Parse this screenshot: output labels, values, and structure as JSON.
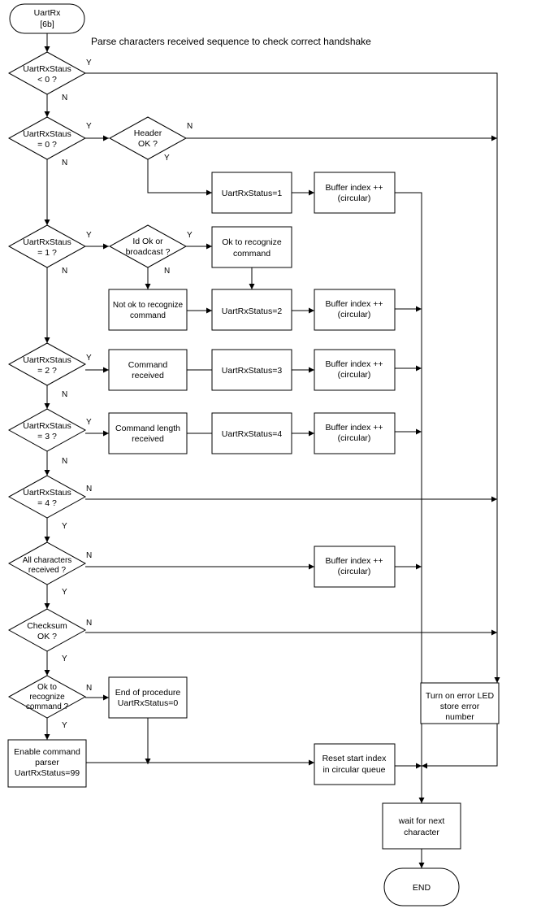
{
  "caption": "Parse characters received sequence to check correct handshake",
  "start": {
    "line1": "UartRx",
    "line2": "[6b]"
  },
  "decisions": {
    "status_lt0": {
      "line1": "UartRxStaus",
      "line2": "< 0 ?"
    },
    "status_eq0": {
      "line1": "UartRxStaus",
      "line2": "= 0 ?"
    },
    "header_ok": {
      "line1": "Header",
      "line2": "OK ?"
    },
    "status_eq1": {
      "line1": "UartRxStaus",
      "line2": "= 1 ?"
    },
    "id_ok": {
      "line1": "Id Ok or",
      "line2": "broadcast ?"
    },
    "status_eq2": {
      "line1": "UartRxStaus",
      "line2": "= 2 ?"
    },
    "status_eq3": {
      "line1": "UartRxStaus",
      "line2": "= 3 ?"
    },
    "status_eq4": {
      "line1": "UartRxStaus",
      "line2": "= 4 ?"
    },
    "all_chars": {
      "line1": "All characters",
      "line2": "received ?"
    },
    "checksum": {
      "line1": "Checksum",
      "line2": "OK ?"
    },
    "ok_recognize": {
      "line1": "Ok to",
      "line2": "recognize",
      "line3": "command ?"
    }
  },
  "processes": {
    "set_status1": "UartRxStatus=1",
    "buffer_label1": "Buffer index ++",
    "buffer_label2": "(circular)",
    "ok_recognize_cmd1": "Ok to recognize",
    "ok_recognize_cmd2": "command",
    "not_ok_recognize1": "Not ok to recognize",
    "not_ok_recognize2": "command",
    "set_status2": "UartRxStatus=2",
    "command_received1": "Command",
    "command_received2": "received",
    "set_status3": "UartRxStatus=3",
    "cmd_length1": "Command length",
    "cmd_length2": "received",
    "set_status4": "UartRxStatus=4",
    "end_proc1": "End of procedure",
    "end_proc2": "UartRxStatus=0",
    "enable_parser1": "Enable command",
    "enable_parser2": "parser",
    "enable_parser3": "UartRxStatus=99",
    "error_led1": "Turn on error LED",
    "error_led2": "store error",
    "error_led3": "number",
    "reset_index1": "Reset start index",
    "reset_index2": "in circular queue",
    "wait_next1": "wait for next",
    "wait_next2": "character"
  },
  "end": "END",
  "yes": "Y",
  "no": "N"
}
